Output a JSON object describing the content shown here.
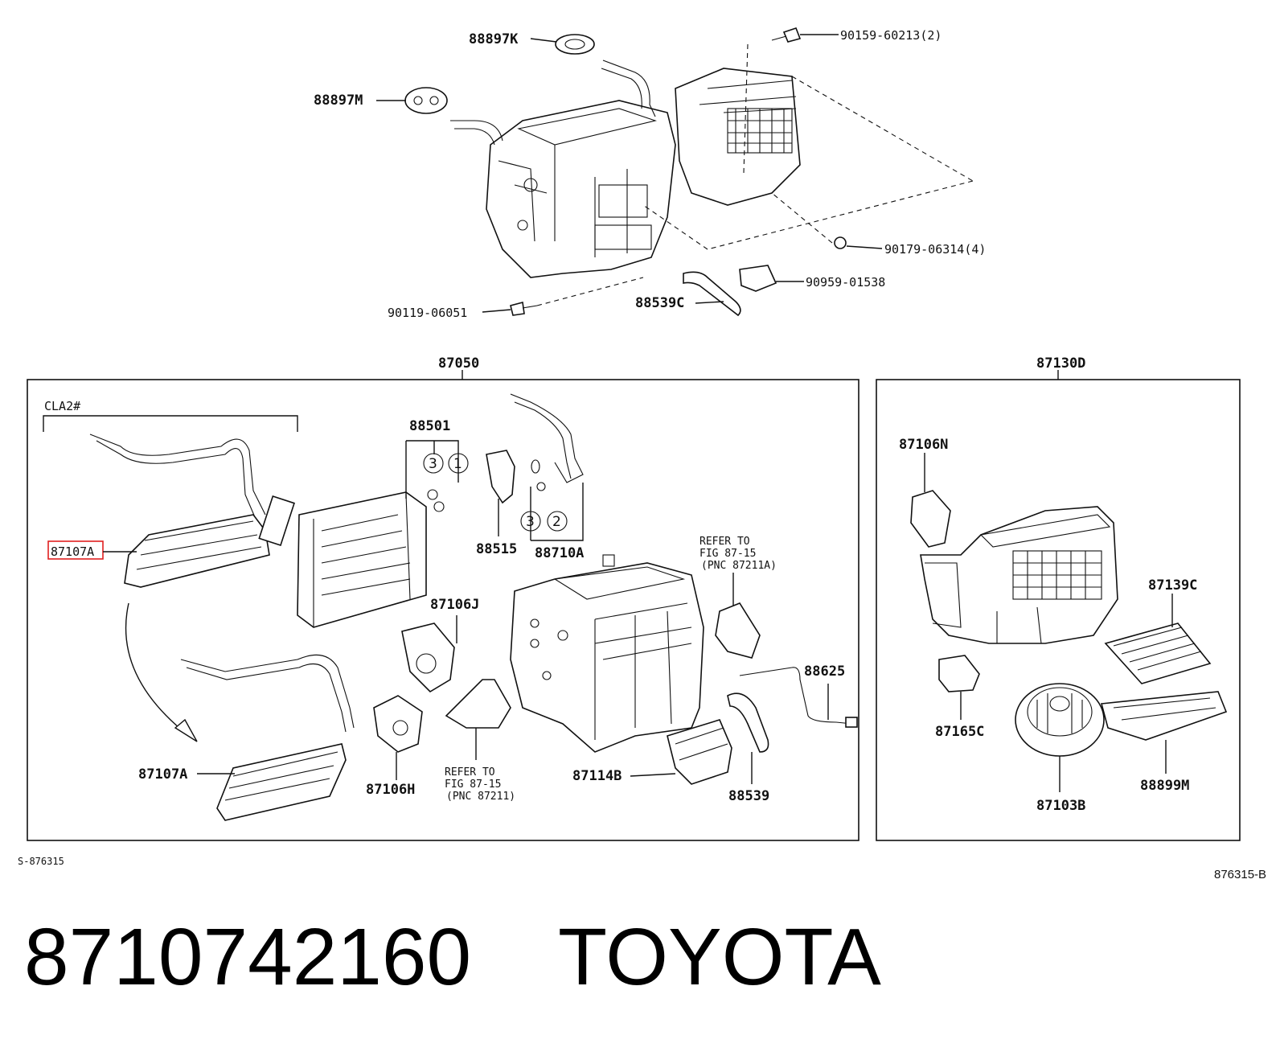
{
  "labels": {
    "p88897K": "88897K",
    "p88897M": "88897M",
    "p90159": "90159-60213(2)",
    "p90179": "90179-06314(4)",
    "p90959": "90959-01538",
    "p88539C": "88539C",
    "p90119": "90119-06051",
    "p87050": "87050",
    "p87130D": "87130D",
    "cla2": "CLA2#",
    "p88501": "88501",
    "p87107A_hl": "87107A",
    "p88515": "88515",
    "p88710A": "88710A",
    "refer1_a": "REFER TO",
    "refer1_b": "FIG 87-15",
    "refer1_c": "(PNC 87211A)",
    "p87106J": "87106J",
    "p88625": "88625",
    "p87107A": "87107A",
    "p87106H": "87106H",
    "refer2_a": "REFER TO",
    "refer2_b": "FIG 87-15",
    "refer2_c": "(PNC 87211)",
    "p87114B": "87114B",
    "p88539": "88539",
    "p87106N": "87106N",
    "p87139C": "87139C",
    "p87165C": "87165C",
    "p88899M": "88899M",
    "p87103B": "87103B"
  },
  "circle_numbers": {
    "c3a": "3",
    "c1": "1",
    "c3b": "3",
    "c2": "2"
  },
  "footer": {
    "left_code": "S-876315",
    "right_code": "876315-B"
  },
  "caption": {
    "part_number": "8710742160",
    "brand": "TOYOTA"
  },
  "colors": {
    "highlight": "#e02020",
    "ink": "#111111"
  }
}
